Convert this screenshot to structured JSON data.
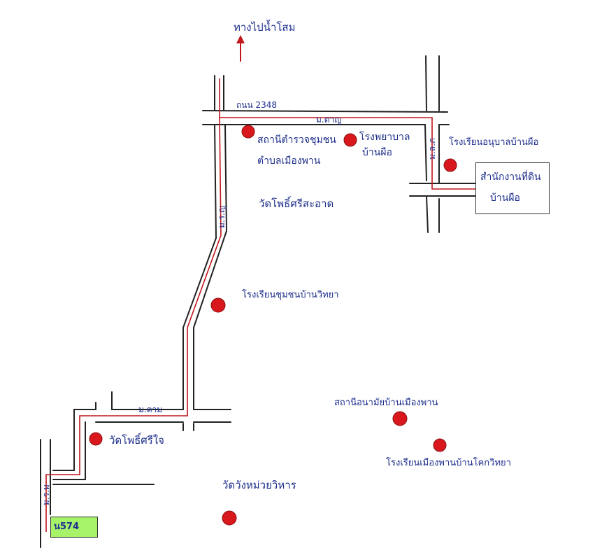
{
  "direction": {
    "label": "ทางไปน้ำโสม"
  },
  "roads": {
    "highway_top": "ถนน 2348",
    "seg_top": "ม.ตาญ",
    "seg_right_vertical": "ม.ล.ภ",
    "seg_center_vertical": "ม.ร.ญ",
    "seg_lower": "ม.ตาม",
    "seg_left_vertical": "ม.ร.ม"
  },
  "places": {
    "health_center": "สถานีอนามัยบ้านเมืองพาน",
    "school_meuang": "โรงเรียนเมืองพานบ้านโคกวิทยา",
    "wat_wanmai": "วัดวังหม่วยวิหาร",
    "wat_phosi_lower": "วัดโพธิ์ศรีใจ",
    "school_chumchon": "โรงเรียนชุมชนบ้านวิทยา",
    "wat_phosi_upper": "วัดโพธิ์ศรีสะอาด",
    "sao_line1": "สถานีตำรวจชุมชน",
    "sao_line2": "ตำบลเมืองพาน",
    "hospital_line1": "โรงพยาบาล",
    "hospital_line2": "บ้านผือ",
    "kindergarten": "โรงเรียนอนุบาลบ้านผือ",
    "land_office_line1": "สำนักงานที่ดิน",
    "land_office_line2": "บ้านผือ"
  },
  "start_badge": {
    "label": "น574"
  },
  "colors": {
    "road_red": "#c0161c",
    "ink": "#1e2f8c",
    "pin": "#d8181d",
    "badge": "#a6f36a"
  }
}
